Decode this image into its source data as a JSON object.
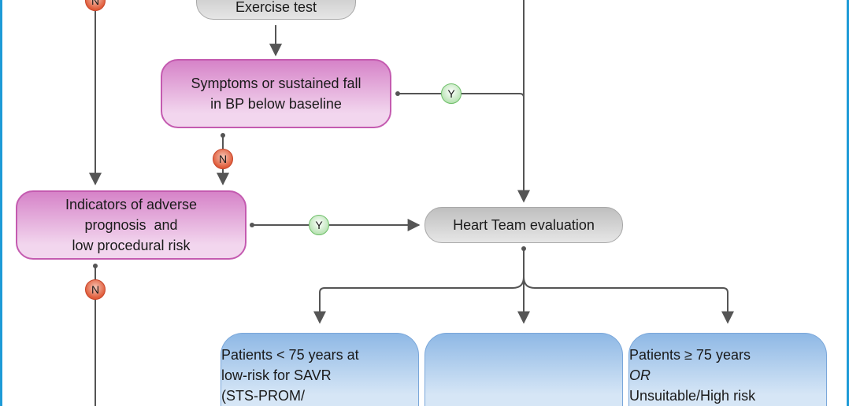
{
  "nodes": {
    "exercise_test": "Exercise test",
    "symptoms": [
      "Symptoms or sustained fall",
      "in BP below baseline"
    ],
    "indicators": [
      "Indicators of adverse",
      "prognosis  and",
      "low procedural risk"
    ],
    "heart_team": "Heart Team evaluation",
    "patients_lt75": [
      "Patients < 75 years at",
      "low-risk for SAVR",
      "(STS-PROM/"
    ],
    "middle_blank": "",
    "patients_ge75": [
      "Patients ≥ 75 years",
      "OR",
      "Unsuitable/High risk"
    ]
  },
  "badges": {
    "no": "N",
    "yes": "Y"
  },
  "colors": {
    "frame": "#1e9bd7",
    "decision_box": "#d683c8",
    "process_box": "#bfbfbf",
    "outcome_box": "#8eb8e5",
    "no_badge": "#e05c3a",
    "yes_badge": "#b6e2b1",
    "connector": "#555555"
  }
}
